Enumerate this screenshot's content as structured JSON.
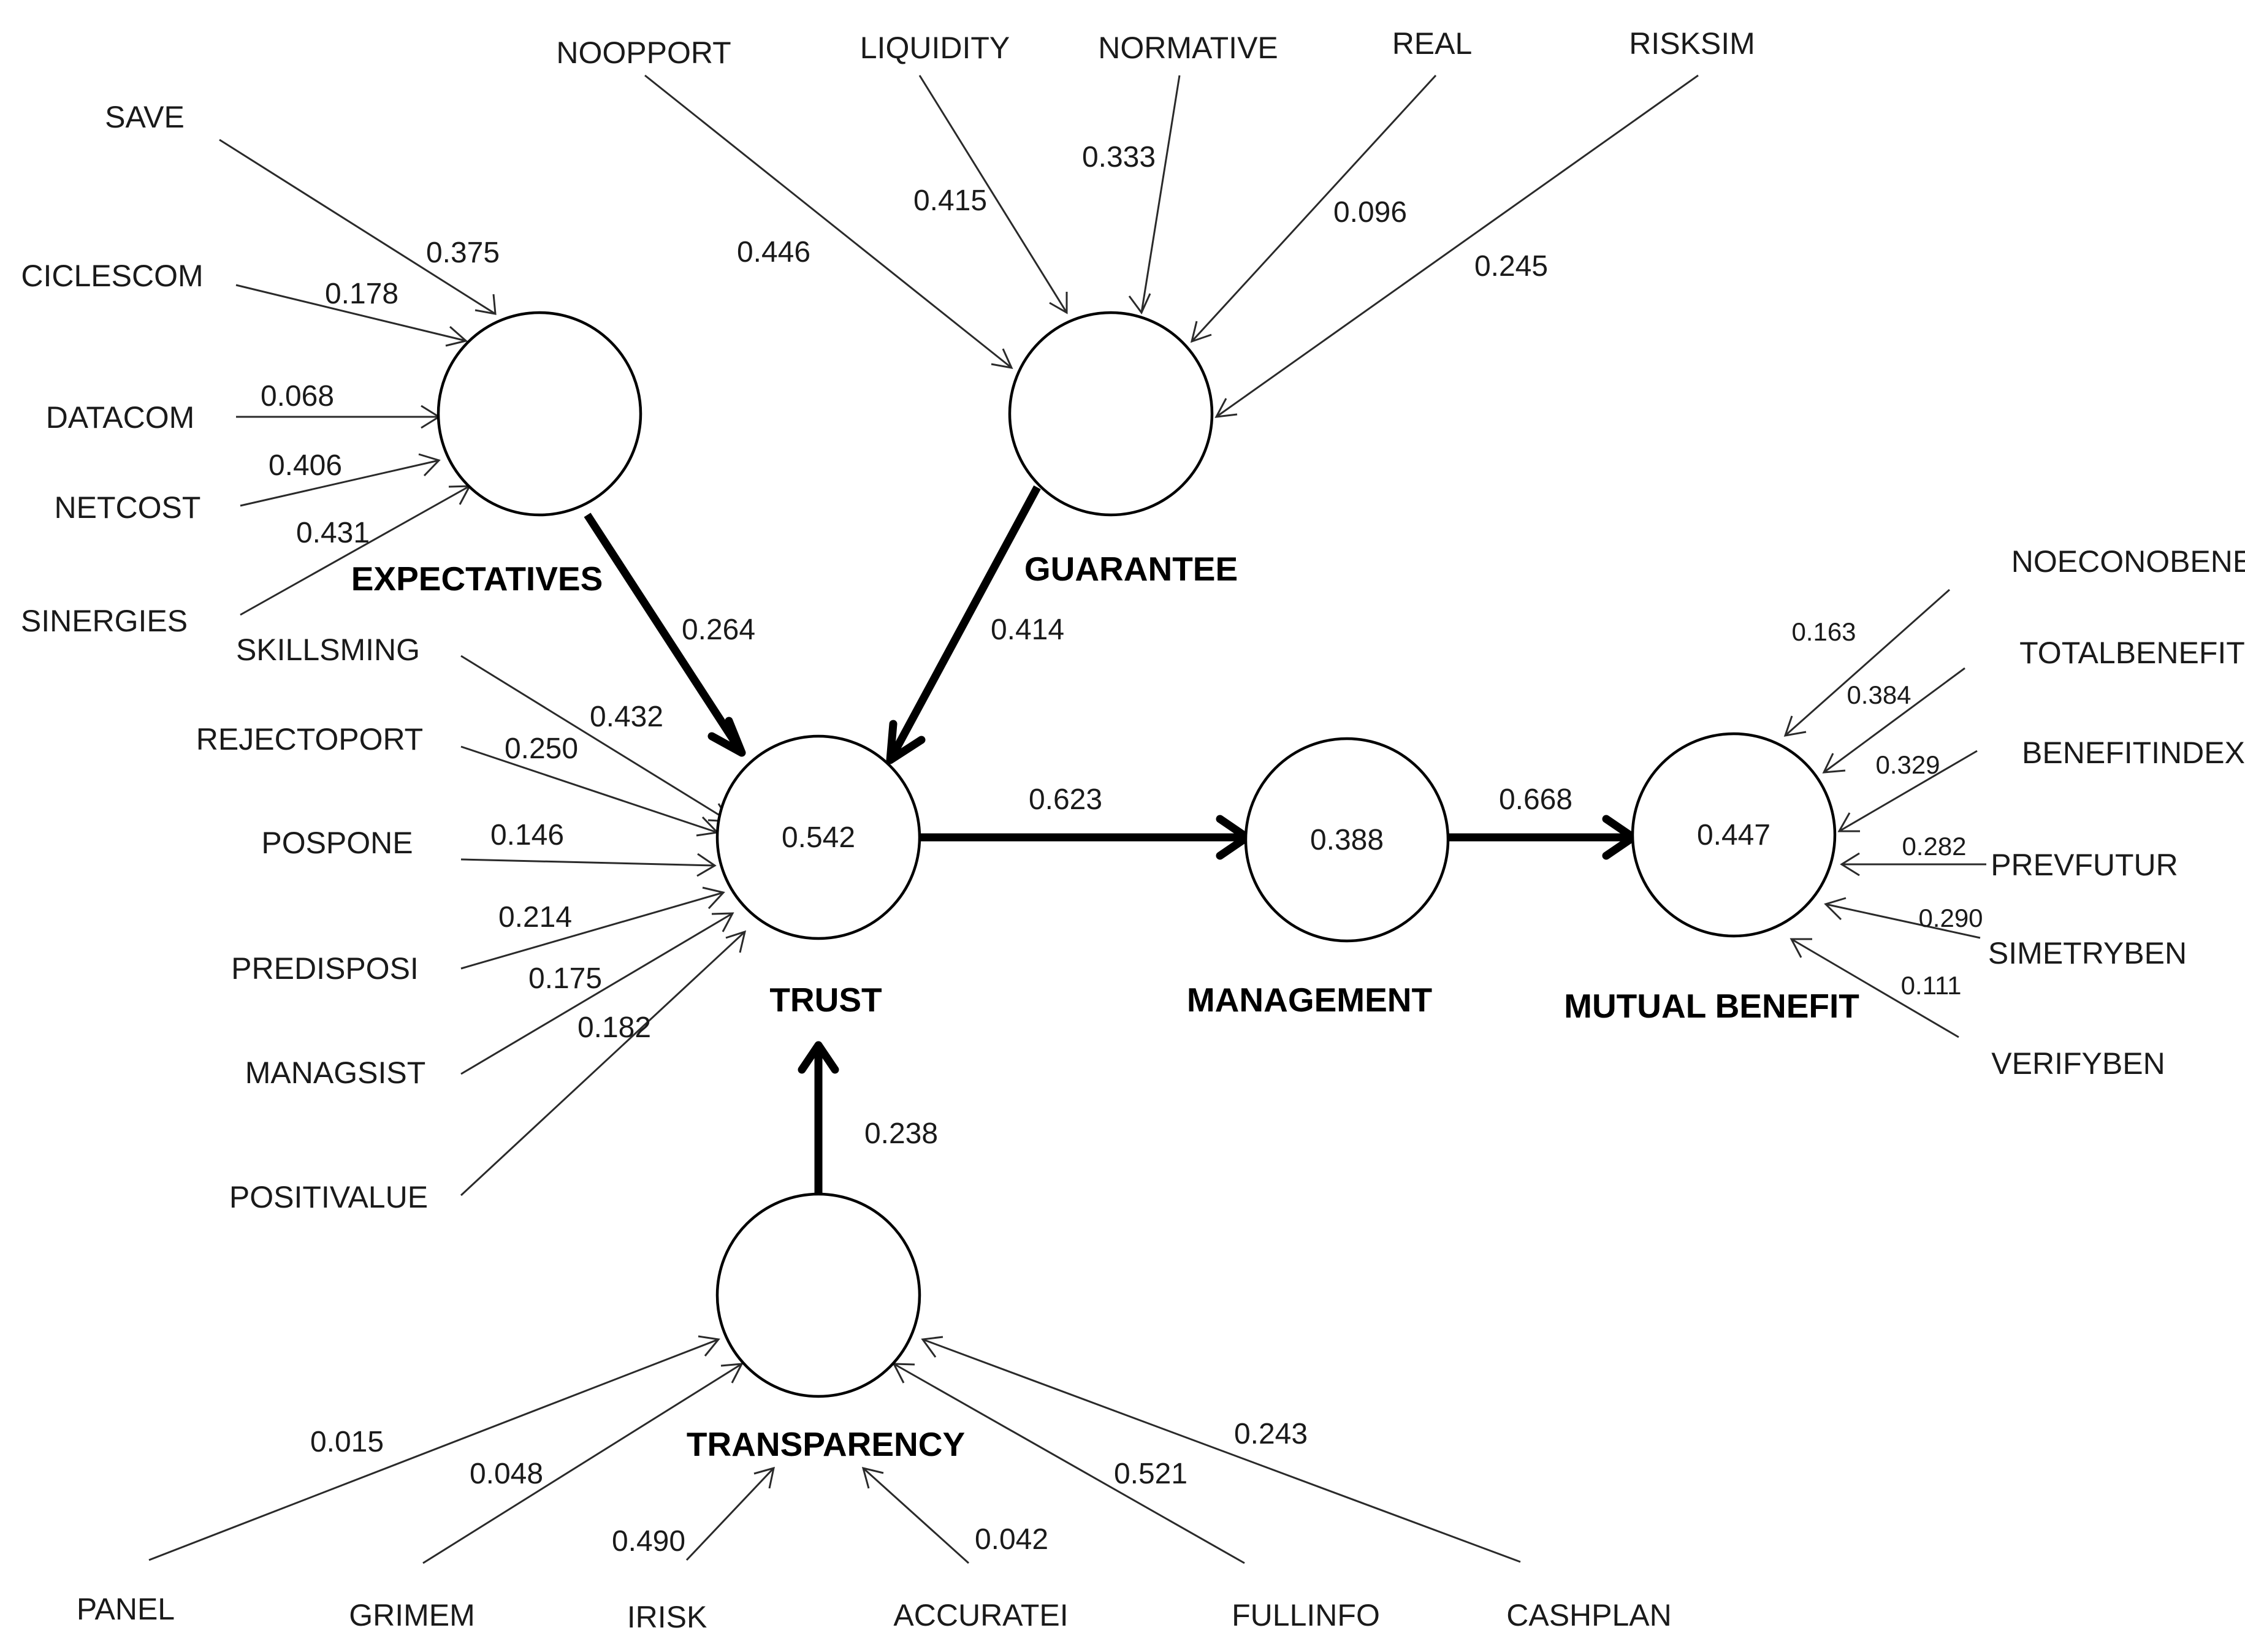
{
  "constructs": {
    "expectatives": {
      "label": "EXPECTATIVES",
      "r2": ""
    },
    "guarantee": {
      "label": "GUARANTEE",
      "r2": ""
    },
    "trust": {
      "label": "TRUST",
      "r2": "0.542"
    },
    "management": {
      "label": "MANAGEMENT",
      "r2": "0.388"
    },
    "mutual_benefit": {
      "label": "MUTUAL BENEFIT",
      "r2": "0.447"
    },
    "transparency": {
      "label": "TRANSPARENCY",
      "r2": ""
    }
  },
  "paths": [
    {
      "from": "expectatives",
      "to": "trust",
      "weight": "0.264"
    },
    {
      "from": "guarantee",
      "to": "trust",
      "weight": "0.414"
    },
    {
      "from": "transparency",
      "to": "trust",
      "weight": "0.238"
    },
    {
      "from": "trust",
      "to": "management",
      "weight": "0.623"
    },
    {
      "from": "management",
      "to": "mutual_benefit",
      "weight": "0.668"
    }
  ],
  "indicators": [
    {
      "name": "SAVE",
      "construct": "expectatives",
      "weight": "0.375"
    },
    {
      "name": "CICLESCOM",
      "construct": "expectatives",
      "weight": "0.178"
    },
    {
      "name": "DATACOM",
      "construct": "expectatives",
      "weight": "0.068"
    },
    {
      "name": "NETCOST",
      "construct": "expectatives",
      "weight": "0.406"
    },
    {
      "name": "SINERGIES",
      "construct": "expectatives",
      "weight": "0.431"
    },
    {
      "name": "NOOPPORT",
      "construct": "guarantee",
      "weight": "0.446"
    },
    {
      "name": "LIQUIDITY",
      "construct": "guarantee",
      "weight": "0.415"
    },
    {
      "name": "NORMATIVE",
      "construct": "guarantee",
      "weight": "0.333"
    },
    {
      "name": "REAL",
      "construct": "guarantee",
      "weight": "0.096"
    },
    {
      "name": "RISKSIM",
      "construct": "guarantee",
      "weight": "0.245"
    },
    {
      "name": "SKILLSMING",
      "construct": "trust",
      "weight": "0.432"
    },
    {
      "name": "REJECTOPORT",
      "construct": "trust",
      "weight": "0.250"
    },
    {
      "name": "POSPONE",
      "construct": "trust",
      "weight": "0.146"
    },
    {
      "name": "PREDISPOSI",
      "construct": "trust",
      "weight": "0.214"
    },
    {
      "name": "MANAGSIST",
      "construct": "trust",
      "weight": "0.175"
    },
    {
      "name": "POSITIVALUE",
      "construct": "trust",
      "weight": "0.182"
    },
    {
      "name": "NOECONOBENE",
      "construct": "mutual_benefit",
      "weight": "0.163"
    },
    {
      "name": "TOTALBENEFIT",
      "construct": "mutual_benefit",
      "weight": "0.384"
    },
    {
      "name": "BENEFITINDEX",
      "construct": "mutual_benefit",
      "weight": "0.329"
    },
    {
      "name": "PREVFUTUR",
      "construct": "mutual_benefit",
      "weight": "0.282"
    },
    {
      "name": "SIMETRYBEN",
      "construct": "mutual_benefit",
      "weight": "0.290"
    },
    {
      "name": "VERIFYBEN",
      "construct": "mutual_benefit",
      "weight": "0.111"
    },
    {
      "name": "PANEL",
      "construct": "transparency",
      "weight": "0.015"
    },
    {
      "name": "GRIMEM",
      "construct": "transparency",
      "weight": "0.048"
    },
    {
      "name": "IRISK",
      "construct": "transparency",
      "weight": "0.490"
    },
    {
      "name": "ACCURATEI",
      "construct": "transparency",
      "weight": "0.042"
    },
    {
      "name": "FULLINFO",
      "construct": "transparency",
      "weight": "0.521"
    },
    {
      "name": "CASHPLAN",
      "construct": "transparency",
      "weight": "0.243"
    }
  ]
}
